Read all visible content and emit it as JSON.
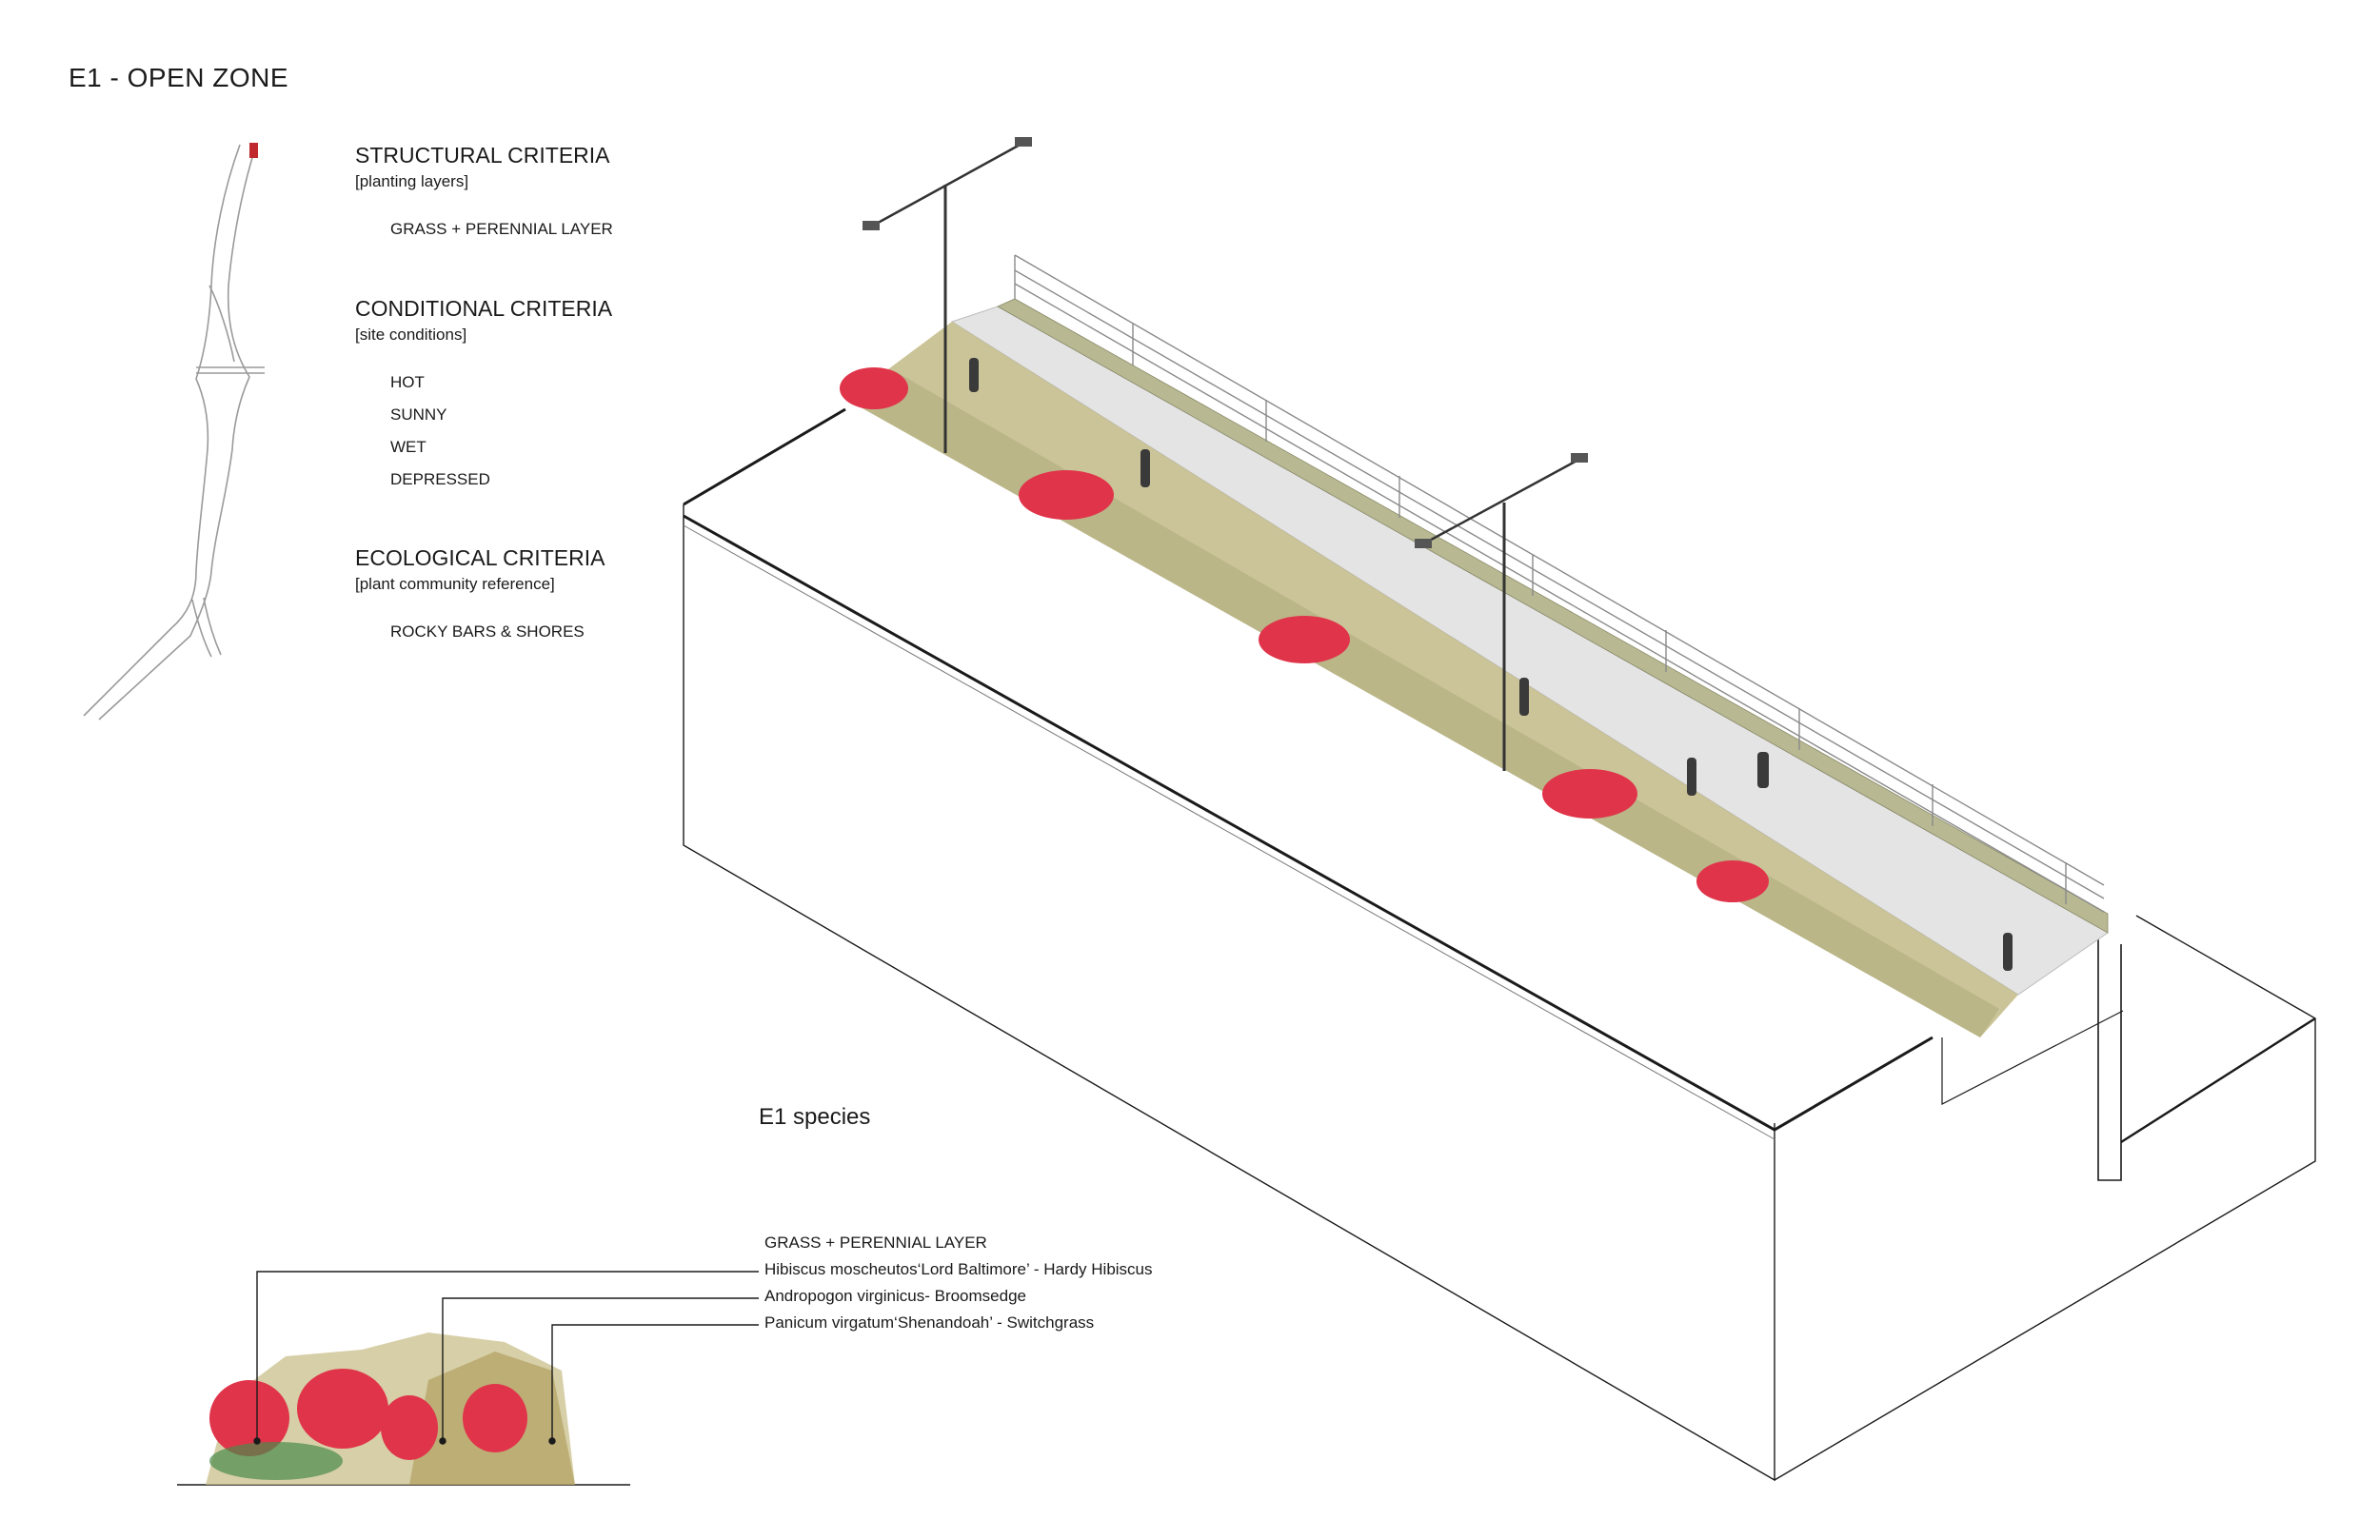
{
  "sheet": {
    "title": "E1  - OPEN ZONE"
  },
  "criteria": [
    {
      "title": "STRUCTURAL CRITERIA",
      "subtitle": "[planting layers]",
      "items": [
        "GRASS + PERENNIAL LAYER"
      ]
    },
    {
      "title": "CONDITIONAL CRITERIA",
      "subtitle": "[site conditions]",
      "items": [
        "HOT",
        "SUNNY",
        "WET",
        "DEPRESSED"
      ]
    },
    {
      "title": "ECOLOGICAL CRITERIA",
      "subtitle": "[plant community reference]",
      "items": [
        "ROCKY BARS & SHORES"
      ]
    }
  ],
  "species": {
    "title": "E1 species",
    "layer": "GRASS + PERENNIAL LAYER",
    "list": [
      "Hibiscus moscheutos‘Lord Baltimore’ - Hardy Hibiscus",
      "Andropogon virginicus- Broomsedge",
      "Panicum virgatum‘Shenandoah’ - Switchgrass"
    ]
  },
  "colors": {
    "line": "#1a1a1a",
    "hibiscus": "#e0344a",
    "grass": "#b9b07c",
    "path": "#e4e4e4",
    "marker": "#c0282d"
  }
}
